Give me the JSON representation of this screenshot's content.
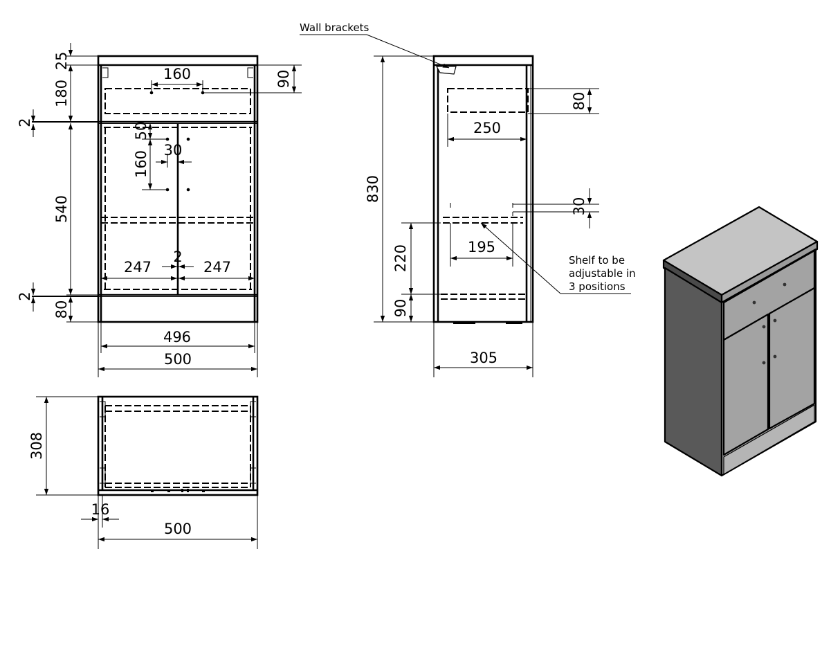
{
  "front_view": {
    "dims": {
      "top_thickness": "25",
      "drawer_height": "180",
      "gap_upper": "2",
      "door_height": "540",
      "gap_lower": "2",
      "plinth": "80",
      "handle_spacing": "160",
      "drawer_handle_height": "90",
      "handle_top_offset": "50",
      "door_handle_spacing": "160",
      "handle_gap": "30",
      "door_width_left": "247",
      "door_gap": "2",
      "door_width_right": "247",
      "inner_width": "496",
      "overall_width": "500"
    }
  },
  "side_view": {
    "dims": {
      "overall_height": "830",
      "drawer_box_height": "80",
      "drawer_depth": "250",
      "shelf_step": "30",
      "shelf_depth": "195",
      "shelf_height": "220",
      "base_height": "90",
      "overall_depth": "305"
    },
    "annotations": {
      "wall_brackets": "Wall brackets",
      "shelf_note_line1": "Shelf to be",
      "shelf_note_line2": "adjustable in",
      "shelf_note_line3": "3 positions"
    }
  },
  "plan_view": {
    "dims": {
      "depth": "308",
      "panel_thickness": "16",
      "width": "500"
    }
  },
  "iso_view": {
    "colors": {
      "top": "#c4c4c4",
      "side": "#595959",
      "front": "#a3a3a3",
      "plinth": "#b5b5b5",
      "handle": "#333333"
    }
  }
}
